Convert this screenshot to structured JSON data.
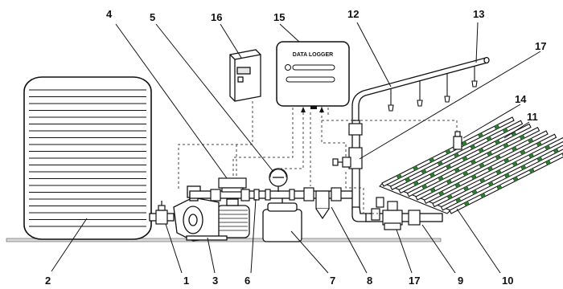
{
  "diagram": {
    "logger_label": "DATA LOGGER",
    "callouts": [
      "1",
      "2",
      "3",
      "4",
      "5",
      "6",
      "7",
      "8",
      "9",
      "10",
      "11",
      "12",
      "13",
      "14",
      "15",
      "16",
      "17",
      "17"
    ],
    "colors": {
      "line": "#111111",
      "pipe_fill": "#ffffff",
      "tank_fill": "#ffffff",
      "emitter": "#2e7d32",
      "ground": "#d9d9d9"
    }
  }
}
